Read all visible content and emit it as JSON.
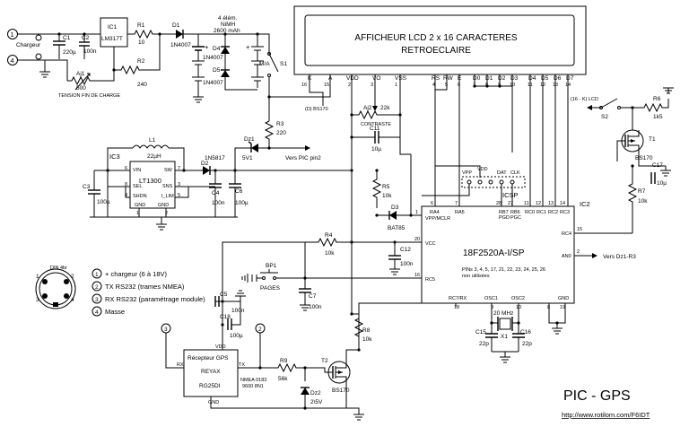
{
  "lcd": {
    "line1": "AFFICHEUR LCD 2 x 16 CARACTERES",
    "line2": "RETROECLAIRE",
    "pins_top": [
      "K",
      "A",
      "VDD",
      "VO",
      "VSS",
      "RS",
      "RW",
      "E",
      "D0",
      "D1",
      "D2",
      "D3",
      "D4",
      "D5",
      "D6",
      "D7"
    ],
    "pin_numbers": [
      "16",
      "15",
      "2",
      "3",
      "1",
      "4",
      "5",
      "6",
      "7",
      "8",
      "9",
      "10",
      "11",
      "12",
      "13",
      "14"
    ]
  },
  "title": "PIC - GPS",
  "url": "http://www.rotilom.com/F6IDT",
  "ic1": {
    "name": "IC1",
    "part": "LM317T"
  },
  "ic2": {
    "name": "IC2",
    "part": "18F2520A-I/SP",
    "note1": "PINs 3, 4, 5, 17, 21, 22, 23, 24, 25, 26",
    "note2": "non utilisées"
  },
  "ic3": {
    "name": "IC3",
    "part": "LT1300"
  },
  "gps": {
    "line1": "Récepteur GPS",
    "line2": "REYAX",
    "line3": "RG25DI"
  },
  "battery": {
    "line1": "4 élém.",
    "line2": "NiMH",
    "line3": "2600 mAh"
  },
  "legend": {
    "title": "DIN 4br",
    "items": [
      "+ chargeur (6 à 18V)",
      "TX RS232 (trames NMEA)",
      "RX RS232 (paramétrage module)",
      "Masse"
    ],
    "numbers": [
      "1",
      "2",
      "3",
      "4"
    ]
  },
  "connectors": {
    "chargeur": "Chargeur",
    "tension": "TENSION FIN DE CHARGE",
    "icsp": "ICSP",
    "pages": "PAGES",
    "nmea1": "NMEA 0183",
    "nmea2": "9600 8N1",
    "vers_pic": "Vers PIC pin2",
    "vers_dz": "Vers Dz1-R3",
    "lcd_k": "(16 - K) LCD",
    "bs170_note": "(D) BS170",
    "contraste": "CONTRASTE"
  },
  "labels": {
    "c1": "C1",
    "c1v": "220µ",
    "c2": "C2",
    "c2v": "100n",
    "r1": "R1",
    "r1v": "10",
    "r2": "R2",
    "r2v": "240",
    "aj1": "Aj1",
    "aj1v": "500",
    "d1": "D1",
    "d1v": "1N4007",
    "d4": "D4",
    "d4v": "1N4007",
    "d5": "D5",
    "d5v": "1N4007",
    "ma": "M/A",
    "s1": "S1",
    "r3": "R3",
    "r3v": "220",
    "dz1": "Dz1",
    "dz1v": "5V1",
    "l1": "L1",
    "l1v": "22µH",
    "d2": "D2",
    "d2v": "1N5817",
    "c3": "C3",
    "c3v": "100µ",
    "c4": "C4",
    "c4v": "100n",
    "c6": "C6",
    "c6v": "100µ",
    "aj2": "Aj2",
    "aj2v": "22k",
    "c11": "C11",
    "c11v": "10µ",
    "r5": "R5",
    "r5v": "10k",
    "d3": "D3",
    "d3v": "BAT85",
    "r4": "R4",
    "r4v": "10k",
    "c12": "C12",
    "c12v": "100n",
    "c7": "C7",
    "c7v": "100n",
    "bp1": "BP1",
    "c5": "C5",
    "c5v": "100n",
    "c18": "C18",
    "c18v": "100µ",
    "r8": "R8",
    "r8v": "10k",
    "r9": "R9",
    "r9v": "56k",
    "t2": "T2",
    "t2v": "BS170",
    "dz2": "Dz2",
    "dz2v": "2\\5V",
    "c15": "C15",
    "c15v": "22p",
    "c16": "C16",
    "c16v": "22p",
    "x1": "X1",
    "x1v": "20 MHz",
    "r6": "R6",
    "r6v": "1k5",
    "s2": "S2",
    "t1": "T1",
    "t1v": "BS170",
    "c17": "C17",
    "c17v": "10µ",
    "r7": "R7",
    "r7v": "10k"
  },
  "pic_pins": {
    "vpp": "VPP/MCLR",
    "ra4": "RA4",
    "ra5": "RA5",
    "rb7": "RB7",
    "rb6": "RB6",
    "pgd": "PGD",
    "pgc": "PGC",
    "rc0": "RC0",
    "rc1": "RC1",
    "rc2": "RC2",
    "rc3": "RC3",
    "vcc": "VCC",
    "rc5": "RC5",
    "rc4": "RC4",
    "an0": "AN0",
    "rc7": "RC7/RX",
    "osc1": "OSC1",
    "osc2": "OSC2",
    "gnd": "GND",
    "vdd": "VDD",
    "dat": "DAT",
    "clk": "CLK",
    "vpp2": "VPP",
    "n1": "1",
    "n6": "6",
    "n7": "7",
    "n20": "20",
    "n16": "16",
    "n15": "15",
    "n2": "2",
    "n18": "18",
    "n9": "9",
    "n10": "10",
    "n8": "8",
    "n19": "19",
    "n28": "28",
    "n27": "27",
    "n11": "11",
    "n12": "12",
    "n13": "13",
    "n14": "14"
  },
  "ic3_pins": {
    "vin": "VIN",
    "sel": "SEL",
    "shdn": "SHDN",
    "gnd": "GND",
    "sw": "SW",
    "sns": "SNS",
    "ilim": "I_LIM",
    "n6": "6",
    "n7": "7",
    "n8": "8",
    "n3": "3",
    "n4": "4",
    "n5": "5",
    "n1": "1",
    "n2": "2"
  },
  "gps_pins": {
    "vdd": "VDD",
    "rx": "RX",
    "tx": "TX",
    "gnd": "GND"
  }
}
